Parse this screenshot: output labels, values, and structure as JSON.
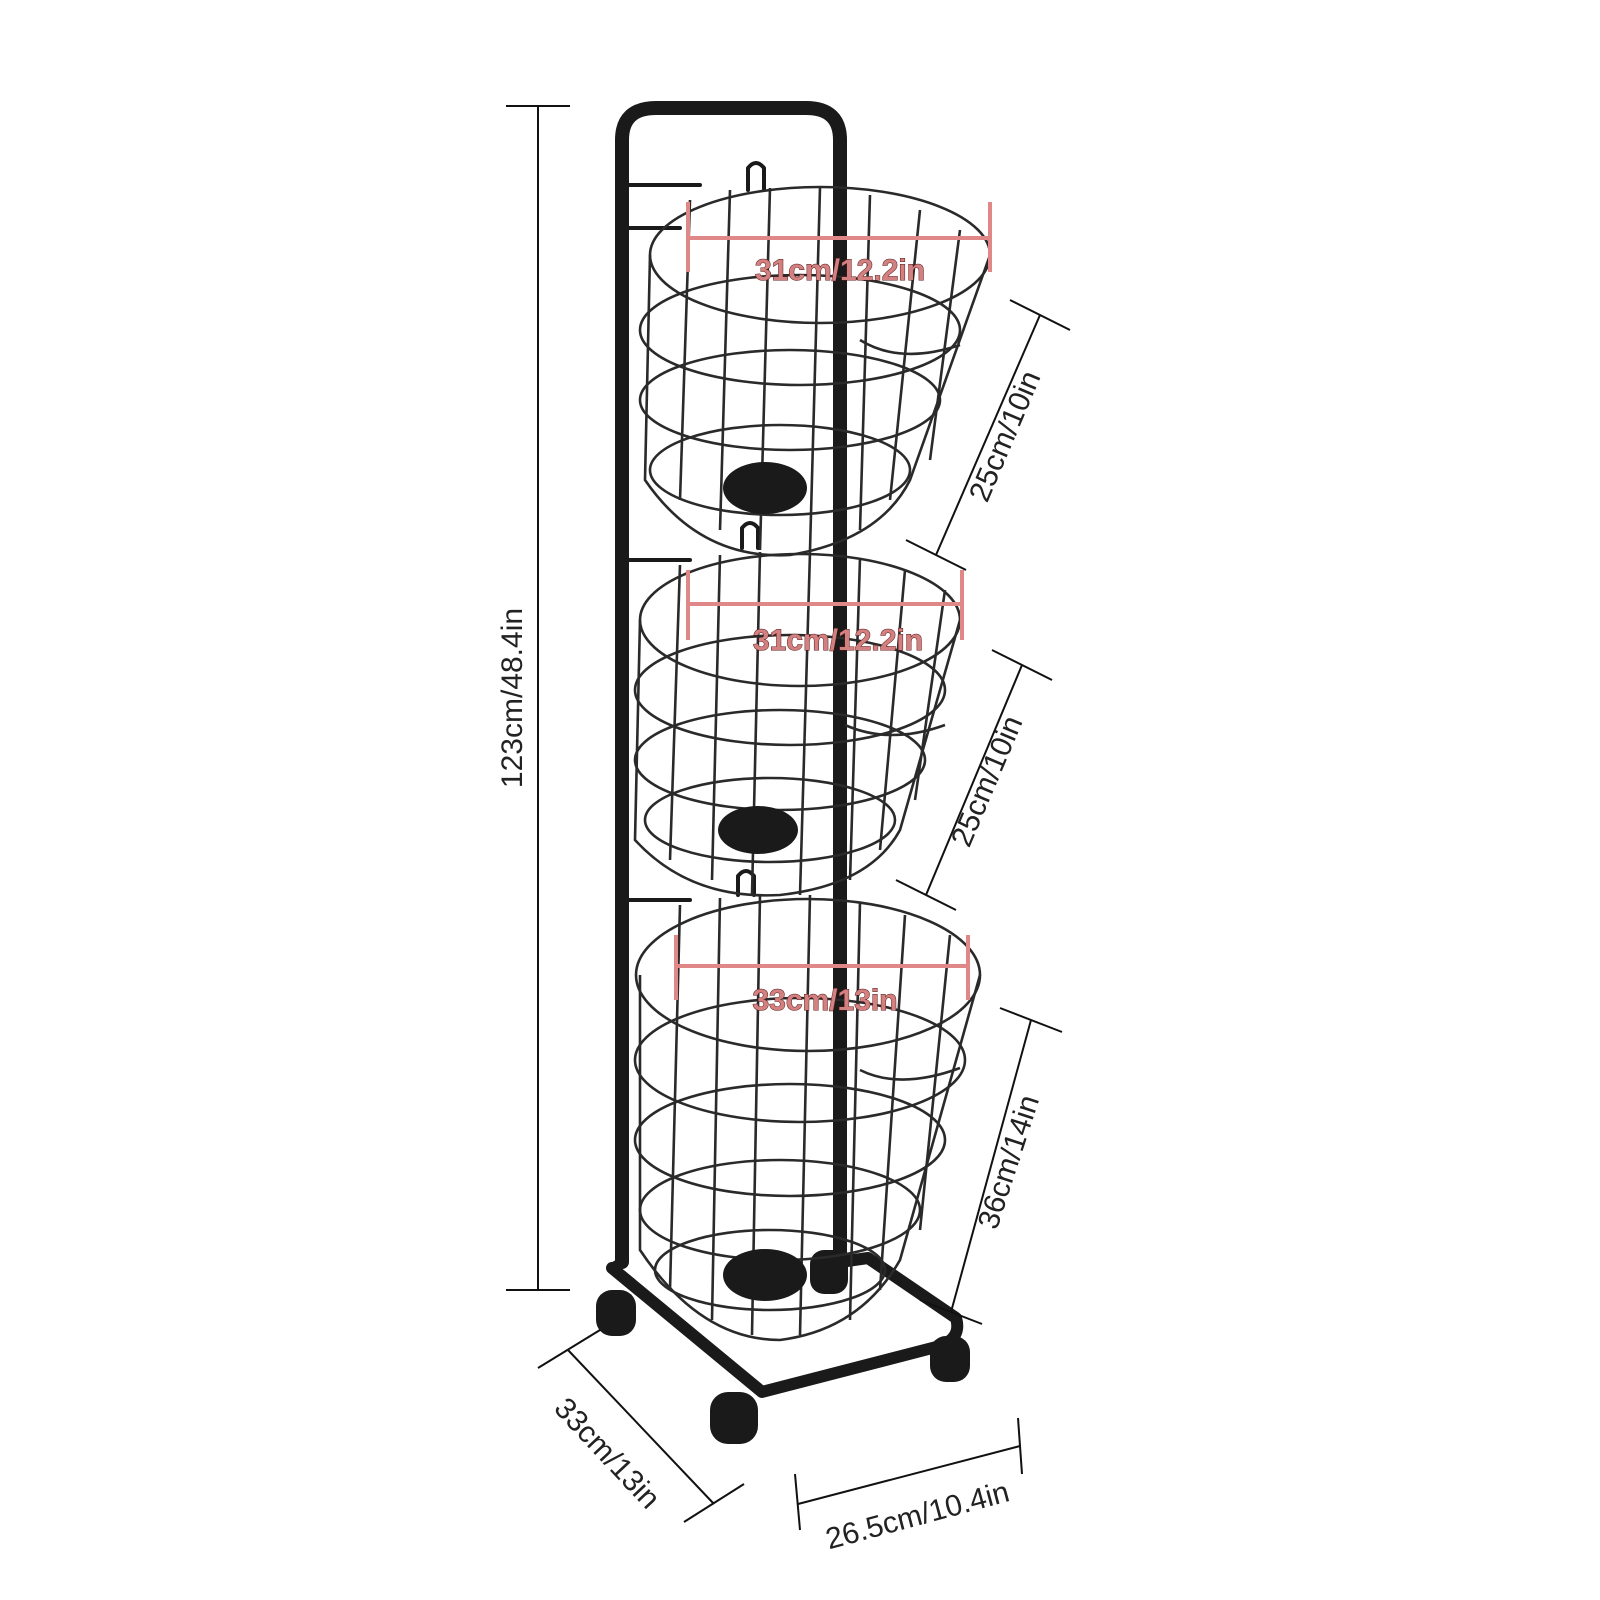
{
  "product": {
    "name": "3-tier wire basket rolling stand"
  },
  "dimensions": {
    "total_height": "123cm/48.4in",
    "basket1_width": "31cm/12.2in",
    "basket1_height": "25cm/10in",
    "basket2_width": "31cm/12.2in",
    "basket2_height": "25cm/10in",
    "basket3_width": "33cm/13in",
    "basket3_height": "36cm/14in",
    "base_depth": "33cm/13in",
    "base_width": "26.5cm/10.4in"
  },
  "colors": {
    "frame": "#1a1a1a",
    "highlight_text": "#d28080",
    "dimension_line": "#111111"
  }
}
